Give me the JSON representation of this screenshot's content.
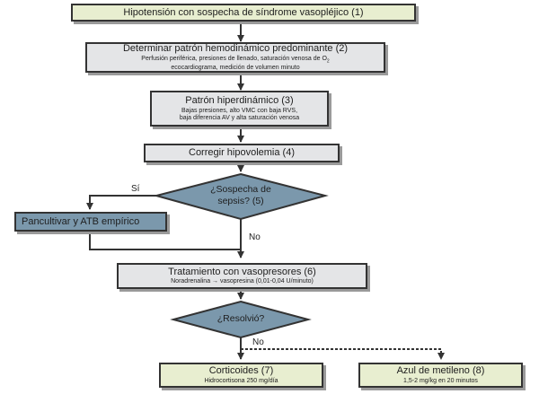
{
  "nodes": {
    "n1": {
      "title": "Hipotensión con sospecha de síndrome vasopléjico (1)"
    },
    "n2": {
      "title": "Determinar patrón hemodinámico predominante (2)",
      "sub_line1": "Perfusión periférica, presiones de llenado, saturación venosa de O",
      "sub_line1_subscript": "2",
      "sub_line2": "ecocardiograma, medición de volumen minuto"
    },
    "n3": {
      "title": "Patrón hiperdinámico (3)",
      "sub_line1": "Bajas presiones, alto VMC con baja RVS,",
      "sub_line2": "baja diferencia AV y alta saturación venosa"
    },
    "n4": {
      "title": "Corregir hipovolemia (4)"
    },
    "d1": {
      "line1": "¿Sospecha de",
      "line2": "sepsis? (5)"
    },
    "n5": {
      "title": "Pancultivar y ATB empírico"
    },
    "n6": {
      "title": "Tratamiento con vasopresores (6)",
      "sub": "Noradrenalina → vasopresina (0,01-0,04 U/minuto)"
    },
    "d2": {
      "label": "¿Resolvió?"
    },
    "n7": {
      "title": "Corticoides (7)",
      "sub": "Hidrocortisona 250 mg/día"
    },
    "n8": {
      "title": "Azul de metileno (8)",
      "sub": "1,5-2 mg/kg en 20 minutos"
    }
  },
  "edges": {
    "yes_label": "Sí",
    "no_label": "No",
    "no_label_2": "No"
  },
  "colors": {
    "start_fill": "#e8eed0",
    "process_fill": "#e4e5e7",
    "decision_fill": "#7b98ac",
    "line": "#333333",
    "shadow": "#9a9a9a"
  }
}
